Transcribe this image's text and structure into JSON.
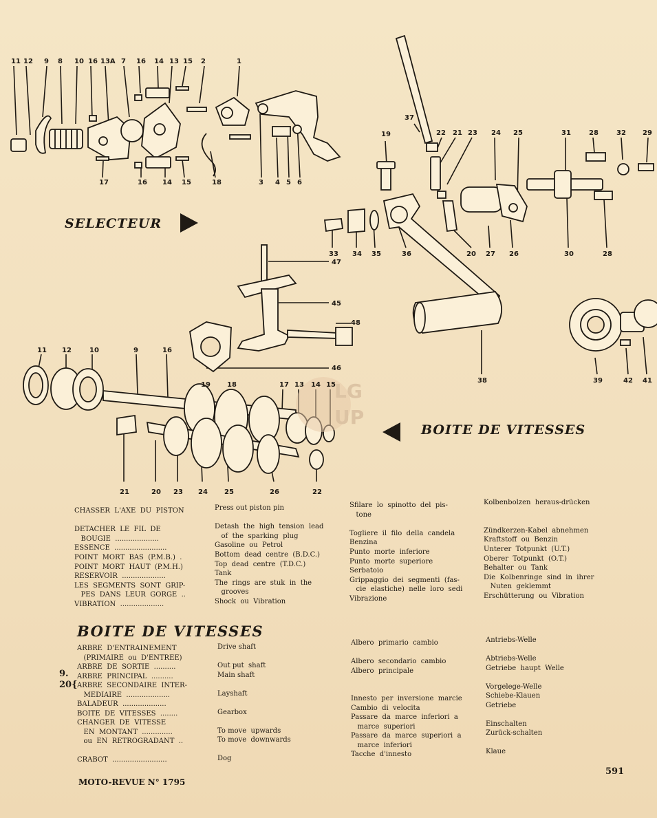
{
  "sections": {
    "selecteur": "SELECTEUR",
    "boite": "BOITE  DE  VITESSES"
  },
  "callouts": {
    "top_left": [
      "11",
      "12",
      "9",
      "8",
      "10",
      "16",
      "13A",
      "7",
      "16",
      "14",
      "13",
      "15",
      "2",
      "1"
    ],
    "bottom_left": [
      "17",
      "16",
      "14",
      "15",
      "18",
      "3",
      "4",
      "5",
      "6"
    ],
    "kick": [
      "19",
      "37",
      "22",
      "21",
      "23",
      "24",
      "25",
      "31",
      "28",
      "32",
      "29",
      "33",
      "34",
      "35",
      "36",
      "20",
      "27",
      "26",
      "30",
      "28",
      "38",
      "39",
      "42",
      "41"
    ],
    "fork": [
      "47",
      "45",
      "48",
      "46"
    ],
    "gearbox_top": [
      "11",
      "12",
      "10",
      "9",
      "16",
      "19",
      "18",
      "17",
      "13",
      "14",
      "15"
    ],
    "gearbox_bottom": [
      "21",
      "20",
      "23",
      "24",
      "25",
      "26",
      "22"
    ]
  },
  "glossary1": {
    "fr": [
      "CHASSER  L'AXE  DU  PISTON",
      "",
      "DETACHER  LE  FIL  DE",
      "   BOUGIE  ....................",
      "ESSENCE  ........................",
      "POINT  MORT  BAS  (P.M.B.)  .",
      "POINT  MORT  HAUT  (P.M.H.)",
      "RESERVOIR  ....................",
      "LES  SEGMENTS  SONT  GRIP-",
      "   PES  DANS  LEUR  GORGE  ..",
      "VIBRATION  ...................."
    ],
    "en": [
      "Press out piston pin",
      "",
      "Detash  the  high  tension  lead",
      "   of  the  sparking  plug",
      "Gasoline  ou  Petrol",
      "Bottom  dead  centre  (B.D.C.)",
      "Top  dead  centre  (T.D.C.)",
      "Tank",
      "The  rings  are  stuk  in  the",
      "   grooves",
      "Shock  ou  Vibration"
    ],
    "it": [
      "Sfilare  lo  spinotto  del  pis-",
      "   tone",
      "",
      "Togliere  il  filo  della  candela",
      "Benzina",
      "Punto  morte  inferiore",
      "Punto  morte  superiore",
      "Serbatoio",
      "Grippaggio  dei  segmenti  (fas-",
      "   cie  elastiche)  nelle  loro  sedi",
      "Vibrazione"
    ],
    "de": [
      "Kolbenbolzen  heraus-drücken",
      "",
      "",
      "Zündkerzen-Kabel  abnehmen",
      "Kraftstoff  ou  Benzin",
      "Unterer  Totpunkt  (U.T.)",
      "Oberer  Totpunkt  (O.T.)",
      "Behalter  ou  Tank",
      "Die  Kolbenringe  sind  in  ihrer",
      "   Nuten  geklemmt",
      "Erschütterung  ou  Vibration"
    ]
  },
  "glossary2": {
    "title": "BOITE  DE  VITESSES",
    "brace": [
      "9.",
      "20{"
    ],
    "fr": [
      "ARBRE  D'ENTRAINEMENT",
      "   (PRIMAIRE  ou  D'ENTREE)",
      "ARBRE  DE  SORTIE  ..........",
      "ARBRE  PRINCIPAL  ..........",
      "ARBRE  SECONDAIRE  INTER-",
      "   MEDIAIRE  ....................",
      "BALADEUR  ....................",
      "BOITE  DE  VITESSES  ........",
      "CHANGER  DE  VITESSE",
      "   EN  MONTANT  ..............",
      "   ou  EN  RETROGRADANT  ..",
      "",
      "CRABOT  ........................."
    ],
    "en": [
      "Drive shaft",
      "",
      "Out put  shaft",
      "Main shaft",
      "",
      "Layshaft",
      "",
      "Gearbox",
      "",
      "To move  upwards",
      "To move  downwards",
      "",
      "Dog"
    ],
    "it": [
      "Albero  primario  cambio",
      "",
      "Albero  secondario  cambio",
      "Albero  principale",
      "",
      "",
      "Innesto  per  inversione  marcie",
      "Cambio  di  velocita",
      "Passare  da  marce  inferiori  a",
      "   marce  superiori",
      "Passare  da  marce  superiori  a",
      "   marce  inferiori",
      "Tacche  d'innesto"
    ],
    "de": [
      "Antriebs-Welle",
      "",
      "Abtriebs-Welle",
      "Getriebe  haupt  Welle",
      "",
      "Vorgelege-Welle",
      "Schiebe-Klauen",
      "Getriebe",
      "",
      "Einschalten",
      "Zurück-schalten",
      "",
      "Klaue"
    ]
  },
  "footer": "MOTO-REVUE  N°  1795",
  "page_number": "591",
  "watermark": "LG UP"
}
